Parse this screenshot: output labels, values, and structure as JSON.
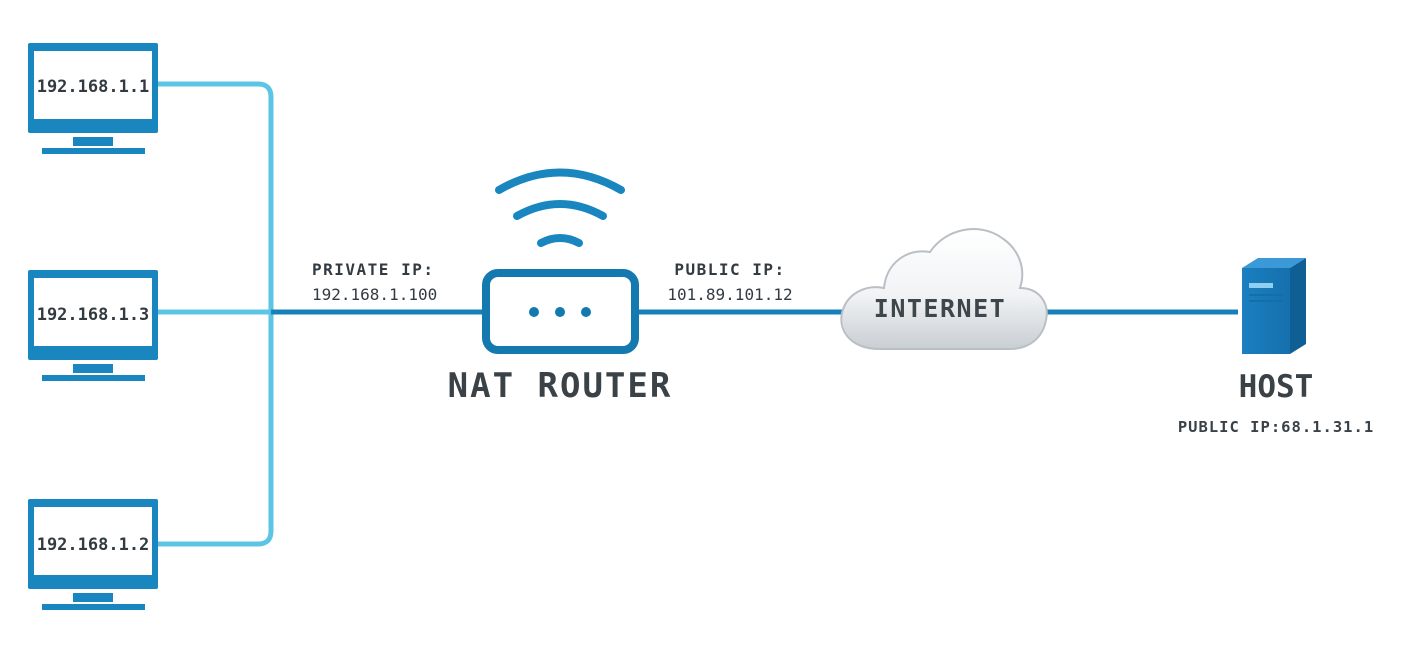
{
  "computers": [
    {
      "ip": "192.168.1.1"
    },
    {
      "ip": "192.168.1.3"
    },
    {
      "ip": "192.168.1.2"
    }
  ],
  "router": {
    "label": "NAT ROUTER",
    "private_ip_caption": "PRIVATE IP:",
    "private_ip": "192.168.1.100",
    "public_ip_caption": "PUBLIC IP:",
    "public_ip": "101.89.101.12"
  },
  "cloud": {
    "label": "INTERNET"
  },
  "host": {
    "label": "HOST",
    "public_ip_text": "PUBLIC IP:68.1.31.1"
  },
  "colors": {
    "monitor_blue": "#1a86c0",
    "wire_dark": "#1780b8",
    "wire_light": "#5cc5e6",
    "router_blue": "#1479ae",
    "server_blue": "#1b7fc0"
  },
  "icons": [
    "monitor-icon",
    "wifi-icon",
    "router-icon",
    "cloud-icon",
    "server-icon"
  ]
}
